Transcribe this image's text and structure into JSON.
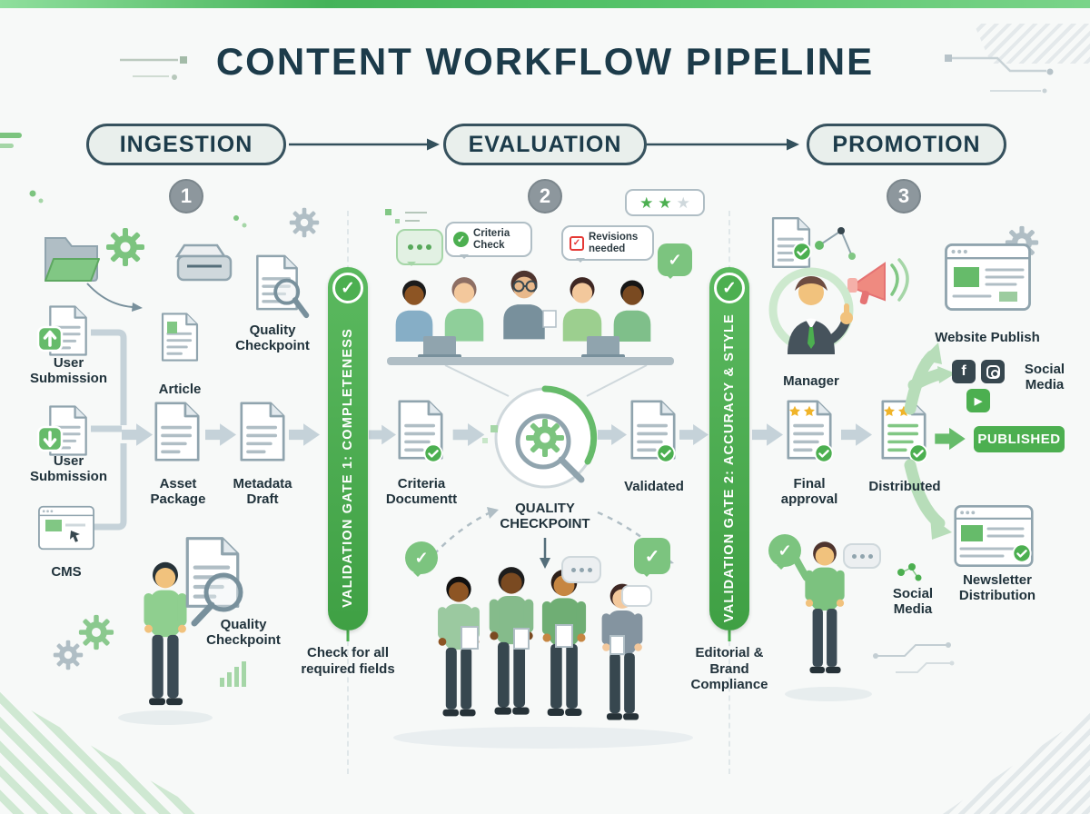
{
  "colors": {
    "accent_green": "#4caf50",
    "light_green": "#a5d6a7",
    "dark_text": "#1c3b4a",
    "gray_icon": "#b0bec5",
    "gold_star": "#f0b429",
    "alert_red": "#e53935"
  },
  "glyphs": {
    "check": "✓",
    "star": "★",
    "play": "▶",
    "facebook": "f"
  },
  "title": "CONTENT WORKFLOW PIPELINE",
  "phases": [
    {
      "label": "INGESTION",
      "number": "1"
    },
    {
      "label": "EVALUATION",
      "number": "2"
    },
    {
      "label": "PROMOTION",
      "number": "3"
    }
  ],
  "ingestion": {
    "quality_checkpoint_top": "Quality Checkpoint",
    "user_submission_1": "User Submission",
    "article": "Article",
    "user_submission_2": "User Submission",
    "asset_package": "Asset Package",
    "metadata_draft": "Metadata Draft",
    "cms": "CMS",
    "quality_checkpoint_bottom": "Quality Checkpoint"
  },
  "gate1": {
    "label": "VALIDATION GATE 1: COMPLETENESS",
    "note": "Check for all required fields"
  },
  "evaluation": {
    "bubble_criteria_check": "Criteria Check",
    "bubble_revisions_needed": "Revisions needed",
    "criteria_document": "Criteria Documentt",
    "quality_checkpoint": "QUALITY CHECKPOINT",
    "validated": "Validated"
  },
  "gate2": {
    "label": "VALIDATION GATE 2: ACCURACY & STYLE",
    "note": "Editorial & Brand Compliance"
  },
  "promotion": {
    "manager": "Manager",
    "website_publish": "Website Publish",
    "social_media_top": "Social Media",
    "final_approval": "Final approval",
    "distributed": "Distributed",
    "published": "PUBLISHED",
    "social_media_bottom": "Social Media",
    "newsletter": "Newsletter Distribution"
  }
}
